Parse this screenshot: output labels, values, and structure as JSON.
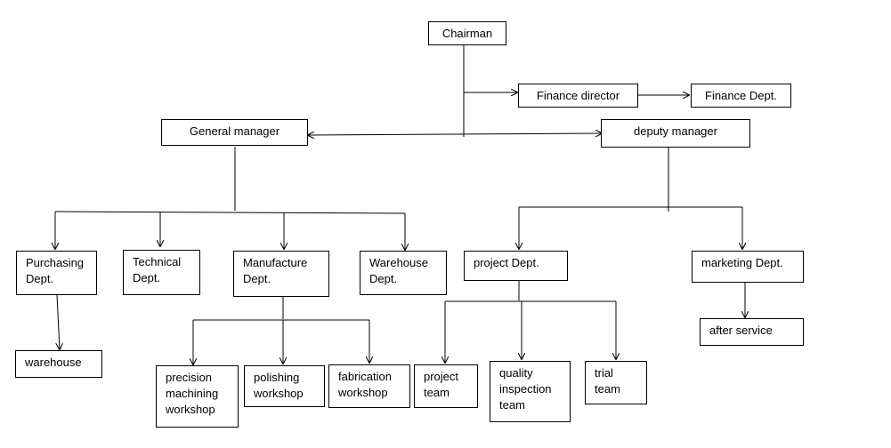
{
  "colors": {
    "line": "#000000",
    "box_border": "#000000",
    "text": "#000000",
    "background": "#ffffff"
  },
  "nodes": {
    "chairman": "Chairman",
    "finance_director": "Finance director",
    "finance_dept": "Finance Dept.",
    "general_manager": "General manager",
    "deputy_manager": "deputy manager",
    "purchasing_dept": "Purchasing\nDept.",
    "technical_dept": "Technical\nDept.",
    "manufacture_dept": "Manufacture\nDept.",
    "warehouse_dept": "Warehouse\nDept.",
    "project_dept": "project Dept.",
    "marketing_dept": "marketing Dept.",
    "warehouse": "warehouse",
    "precision_machining_workshop": "precision\nmachining\nworkshop",
    "polishing_workshop": "polishing\nworkshop",
    "fabrication_workshop": "fabrication\nworkshop",
    "project_team": "project\nteam",
    "quality_inspection_team": "quality\ninspection\nteam",
    "trial_team": "trial\nteam",
    "after_service": "after service"
  }
}
